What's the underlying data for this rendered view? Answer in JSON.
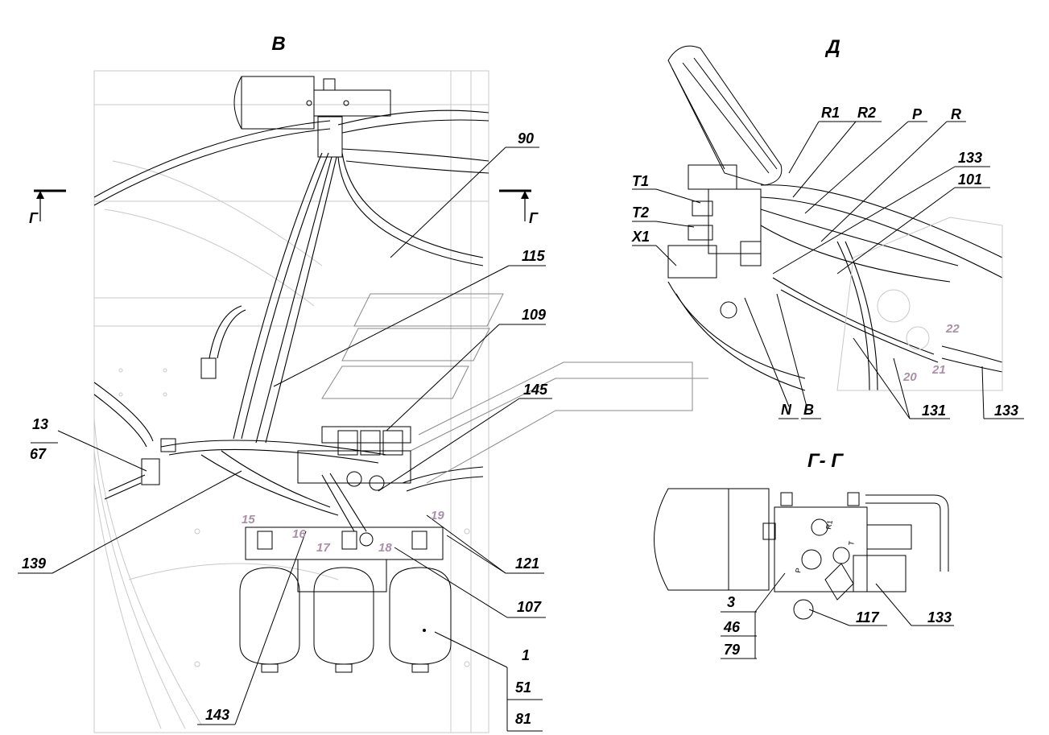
{
  "views": {
    "v": "В",
    "d": "Д",
    "gg": "Г- Г",
    "section_left": "Г",
    "section_right": "Г"
  },
  "callouts": {
    "c90": "90",
    "c115": "115",
    "c109": "109",
    "c145": "145",
    "c13": "13",
    "c67": "67",
    "c139": "139",
    "c121": "121",
    "c107": "107",
    "c1": "1",
    "c51": "51",
    "c81": "81",
    "c143": "143",
    "cR1": "R1",
    "cR2": "R2",
    "cP": "P",
    "cR": "R",
    "cT1": "T1",
    "cT2": "T2",
    "cX1": "X1",
    "c133a": "133",
    "c101": "101",
    "cN": "N",
    "cB": "B",
    "c131": "131",
    "c133b": "133",
    "c3": "3",
    "c46": "46",
    "c79": "79",
    "c117": "117",
    "c133c": "133"
  },
  "positions": {
    "p15": "15",
    "p16": "16",
    "p17": "17",
    "p18": "18",
    "p19": "19",
    "p20": "20",
    "p21": "21",
    "p22": "22"
  },
  "ports": {
    "r1": "R1",
    "t": "T",
    "p": "P"
  }
}
